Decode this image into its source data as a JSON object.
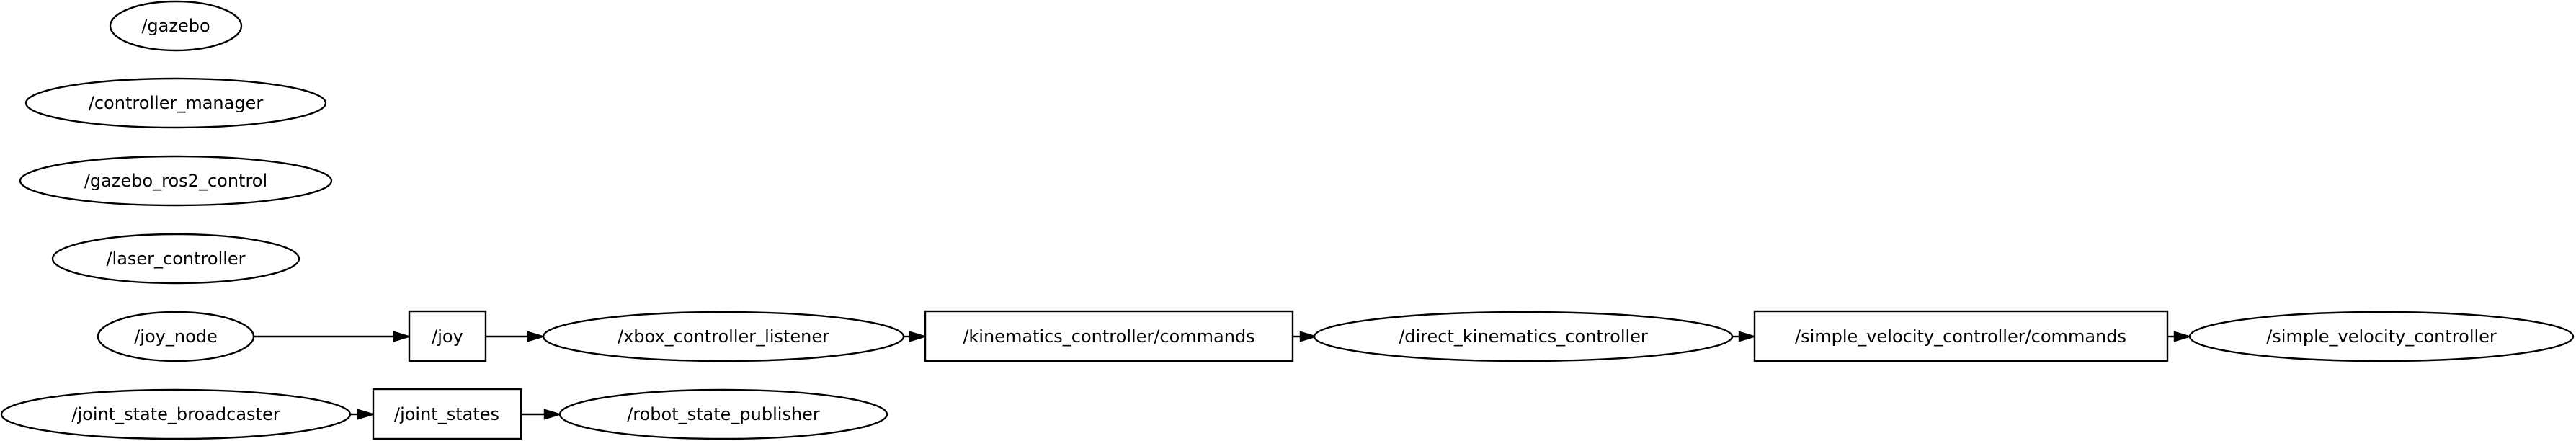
{
  "graph": {
    "nodes": {
      "gazebo": "/gazebo",
      "controller_manager": "/controller_manager",
      "gazebo_ros2_control": "/gazebo_ros2_control",
      "laser_controller": "/laser_controller",
      "joy_node": "/joy_node",
      "joy": "/joy",
      "xbox_controller_listener": "/xbox_controller_listener",
      "kinematics_commands": "/kinematics_controller/commands",
      "direct_kinematics_controller": "/direct_kinematics_controller",
      "simple_velocity_commands": "/simple_velocity_controller/commands",
      "simple_velocity_controller": "/simple_velocity_controller",
      "joint_state_broadcaster": "/joint_state_broadcaster",
      "joint_states": "/joint_states",
      "robot_state_publisher": "/robot_state_publisher"
    },
    "edges": [
      [
        "joy_node",
        "joy"
      ],
      [
        "joy",
        "xbox_controller_listener"
      ],
      [
        "xbox_controller_listener",
        "kinematics_commands"
      ],
      [
        "kinematics_commands",
        "direct_kinematics_controller"
      ],
      [
        "direct_kinematics_controller",
        "simple_velocity_commands"
      ],
      [
        "simple_velocity_commands",
        "simple_velocity_controller"
      ],
      [
        "joint_state_broadcaster",
        "joint_states"
      ],
      [
        "joint_states",
        "robot_state_publisher"
      ]
    ],
    "node_shapes": {
      "nodes": "ellipse",
      "topics": "box"
    }
  }
}
